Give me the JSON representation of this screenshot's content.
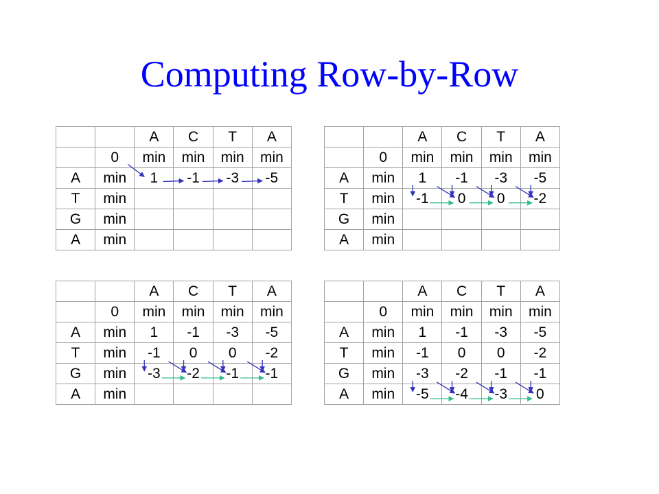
{
  "slide": {
    "title": "Computing Row-by-Row",
    "colors": {
      "title": "#0000ff",
      "diag_arrow": "#3333bb",
      "vert_arrow": "#3333bb",
      "horiz_arrow": "#33bb88",
      "first_row_horiz": "#3333bb"
    }
  },
  "tables": [
    {
      "rows": [
        [
          "",
          "",
          "A",
          "C",
          "T",
          "A"
        ],
        [
          "",
          "0",
          "min",
          "min",
          "min",
          "min"
        ],
        [
          "A",
          "min",
          "1",
          "-1",
          "-3",
          "-5"
        ],
        [
          "T",
          "min",
          "",
          "",
          "",
          ""
        ],
        [
          "G",
          "min",
          "",
          "",
          "",
          ""
        ],
        [
          "A",
          "min",
          "",
          "",
          "",
          ""
        ]
      ]
    },
    {
      "rows": [
        [
          "",
          "",
          "A",
          "C",
          "T",
          "A"
        ],
        [
          "",
          "0",
          "min",
          "min",
          "min",
          "min"
        ],
        [
          "A",
          "min",
          "1",
          "-1",
          "-3",
          "-5"
        ],
        [
          "T",
          "min",
          "-1",
          "0",
          "0",
          "-2"
        ],
        [
          "G",
          "min",
          "",
          "",
          "",
          ""
        ],
        [
          "A",
          "min",
          "",
          "",
          "",
          ""
        ]
      ]
    },
    {
      "rows": [
        [
          "",
          "",
          "A",
          "C",
          "T",
          "A"
        ],
        [
          "",
          "0",
          "min",
          "min",
          "min",
          "min"
        ],
        [
          "A",
          "min",
          "1",
          "-1",
          "-3",
          "-5"
        ],
        [
          "T",
          "min",
          "-1",
          "0",
          "0",
          "-2"
        ],
        [
          "G",
          "min",
          "-3",
          "-2",
          "-1",
          "-1"
        ],
        [
          "A",
          "min",
          "",
          "",
          "",
          ""
        ]
      ]
    },
    {
      "rows": [
        [
          "",
          "",
          "A",
          "C",
          "T",
          "A"
        ],
        [
          "",
          "0",
          "min",
          "min",
          "min",
          "min"
        ],
        [
          "A",
          "min",
          "1",
          "-1",
          "-3",
          "-5"
        ],
        [
          "T",
          "min",
          "-1",
          "0",
          "0",
          "-2"
        ],
        [
          "G",
          "min",
          "-3",
          "-2",
          "-1",
          "-1"
        ],
        [
          "A",
          "min",
          "-5",
          "-4",
          "-3",
          "0"
        ]
      ]
    }
  ]
}
